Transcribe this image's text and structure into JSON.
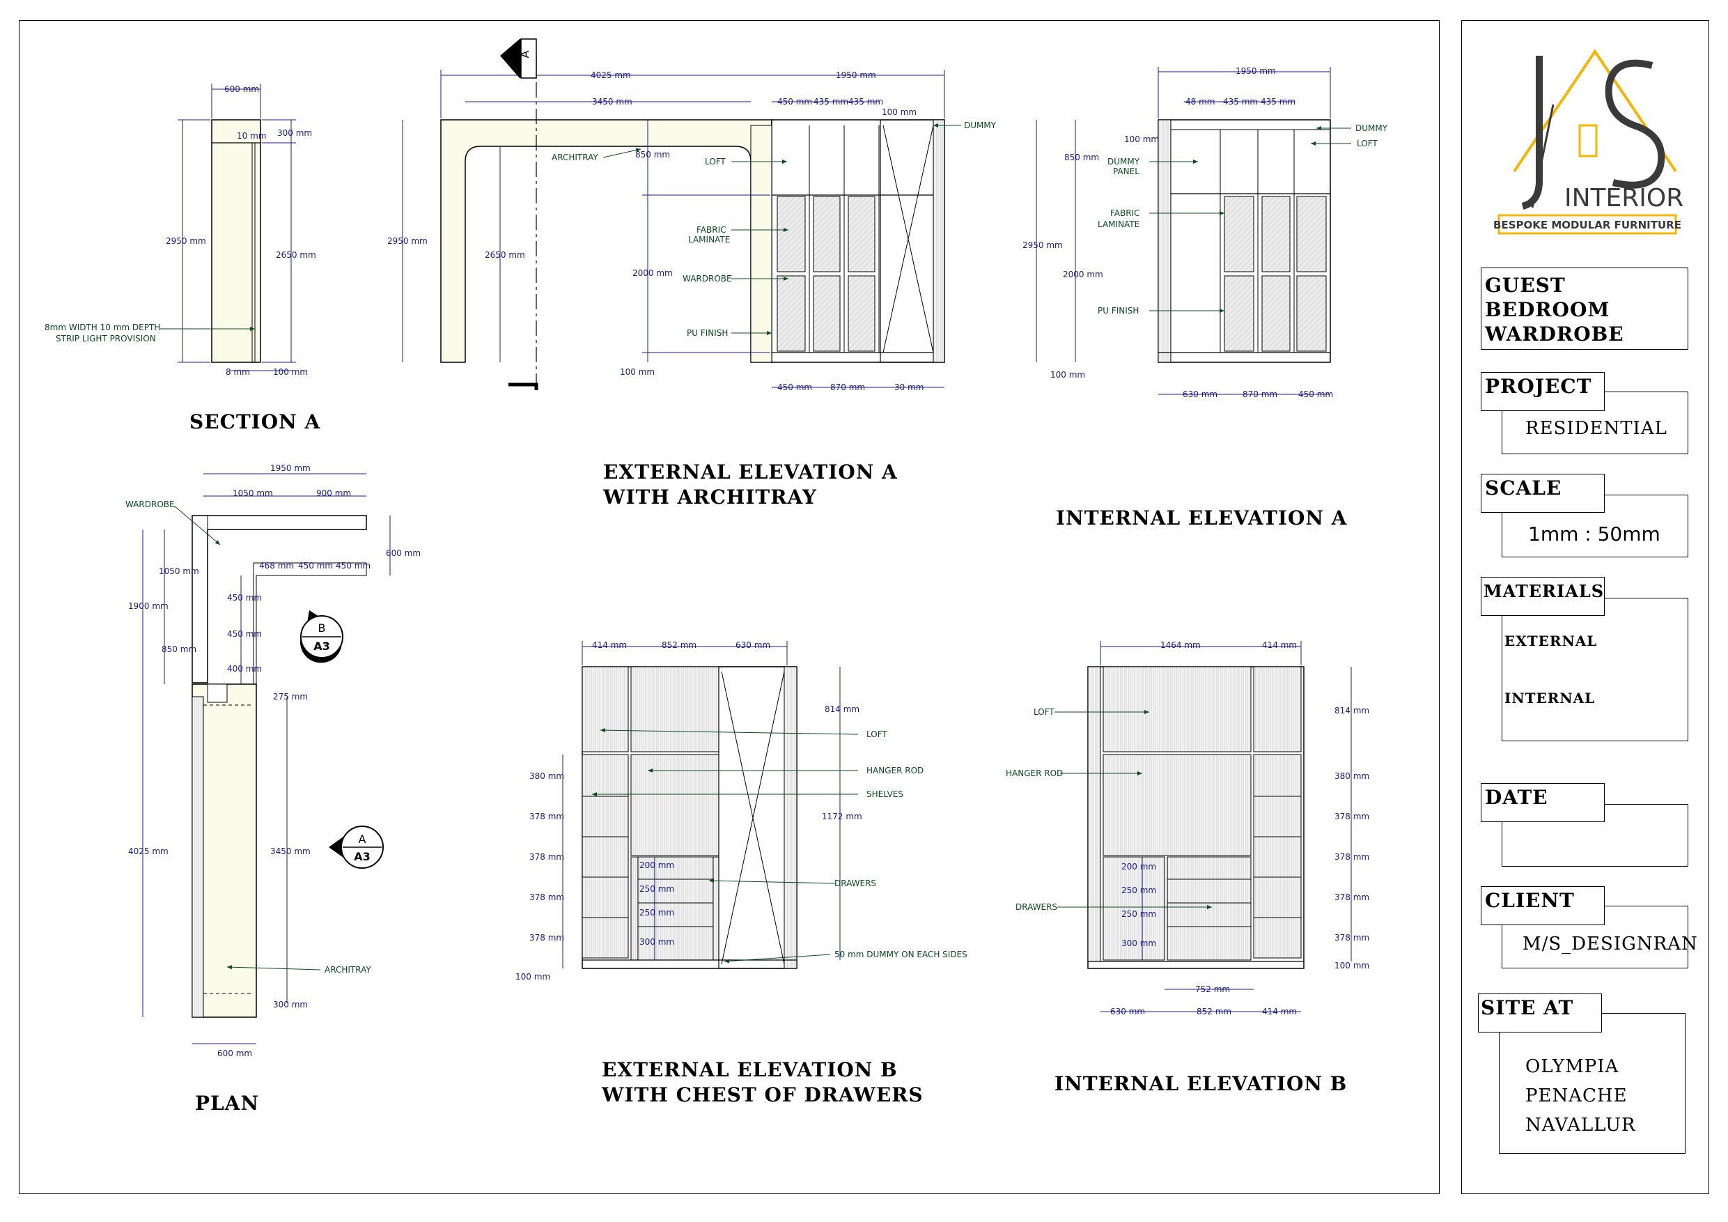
{
  "sheet": {
    "views": {
      "section_a": {
        "title": "SECTION A"
      },
      "ext_elev_a": {
        "title": "EXTERNAL ELEVATION A\nWITH ARCHITRAY"
      },
      "int_elev_a": {
        "title": "INTERNAL ELEVATION A"
      },
      "plan": {
        "title": "PLAN"
      },
      "ext_elev_b": {
        "title": "EXTERNAL ELEVATION B\nWITH CHEST OF DRAWERS"
      },
      "int_elev_b": {
        "title": "INTERNAL ELEVATION B"
      }
    },
    "section_marker": {
      "letter": "A"
    },
    "callouts": [
      {
        "letter": "B",
        "sheet": "A3"
      },
      {
        "letter": "A",
        "sheet": "A3"
      }
    ]
  },
  "title_block": {
    "logo": {
      "mark": "J/S",
      "name": "INTERIOR",
      "tagline": "BESPOKE MODULAR FURNITURE"
    },
    "drawing_title": "GUEST\nBEDROOM\nWARDROBE",
    "project_label": "PROJECT",
    "project_value": "RESIDENTIAL",
    "scale_label": "SCALE",
    "scale_value": "1mm : 50mm",
    "materials_label": "MATERIALS",
    "materials_external": "EXTERNAL",
    "materials_internal": "INTERNAL",
    "date_label": "DATE",
    "date_value": "",
    "client_label": "CLIENT",
    "client_value": "M/S_DESIGNRAN",
    "site_label": "SITE AT",
    "site_lines": [
      "OLYMPIA",
      "PENACHE",
      "NAVALLUR"
    ]
  },
  "dimensions": {
    "section_a": [
      "600 mm",
      "10 mm",
      "300 mm",
      "2950 mm",
      "2650 mm",
      "8 mm",
      "100 mm"
    ],
    "ext_elev_a": [
      "4025 mm",
      "1950 mm",
      "3450 mm",
      "450 mm",
      "435 mm",
      "435 mm",
      "100 mm",
      "2950 mm",
      "2650 mm",
      "850 mm",
      "2000 mm",
      "100 mm",
      "450 mm",
      "870 mm",
      "30 mm"
    ],
    "int_elev_a": [
      "1950 mm",
      "48 mm",
      "435 mm",
      "435 mm",
      "100 mm",
      "850 mm",
      "2950 mm",
      "2000 mm",
      "100 mm",
      "630 mm",
      "870 mm",
      "450 mm"
    ],
    "plan": [
      "1950 mm",
      "1050 mm",
      "900 mm",
      "600 mm",
      "468 mm",
      "450 mm",
      "450 mm",
      "1050 mm",
      "1900 mm",
      "450 mm",
      "450 mm",
      "850 mm",
      "400 mm",
      "275 mm",
      "4025 mm",
      "3450 mm",
      "300 mm",
      "600 mm"
    ],
    "ext_elev_b": [
      "414 mm",
      "852 mm",
      "630 mm",
      "814 mm",
      "380 mm",
      "378 mm",
      "378 mm",
      "378 mm",
      "378 mm",
      "100 mm",
      "1172 mm",
      "200 mm",
      "250 mm",
      "250 mm",
      "300 mm"
    ],
    "int_elev_b": [
      "1464 mm",
      "414 mm",
      "814 mm",
      "380 mm",
      "378 mm",
      "378 mm",
      "378 mm",
      "378 mm",
      "100 mm",
      "200 mm",
      "250 mm",
      "250 mm",
      "300 mm",
      "752 mm",
      "630 mm",
      "852 mm",
      "414 mm"
    ]
  },
  "annotations": {
    "section_a": [
      "8mm WIDTH 10 mm DEPTH",
      "STRIP LIGHT PROVISION"
    ],
    "ext_elev_a": [
      "ARCHITRAY",
      "LOFT",
      "DUMMY",
      "FABRIC",
      "LAMINATE",
      "WARDROBE",
      "PU FINISH"
    ],
    "int_elev_a": [
      "DUMMY",
      "LOFT",
      "DUMMY",
      "PANEL",
      "FABRIC",
      "LAMINATE",
      "PU FINISH"
    ],
    "plan": [
      "WARDROBE",
      "ARCHITRAY"
    ],
    "ext_elev_b": [
      "LOFT",
      "HANGER ROD",
      "SHELVES",
      "DRAWERS",
      "50 mm DUMMY ON EACH SIDES"
    ],
    "int_elev_b": [
      "LOFT",
      "HANGER ROD",
      "DRAWERS"
    ]
  },
  "colors": {
    "dimension": "#1a1a8c",
    "annotation": "#0c4a1f",
    "architray_fill": "#fbfbe9",
    "glass_fill": "#e6e6e6",
    "panel_hatch": "#d9d9d9",
    "logo_gold": "#f2b705",
    "logo_dark": "#3a3a3a"
  }
}
